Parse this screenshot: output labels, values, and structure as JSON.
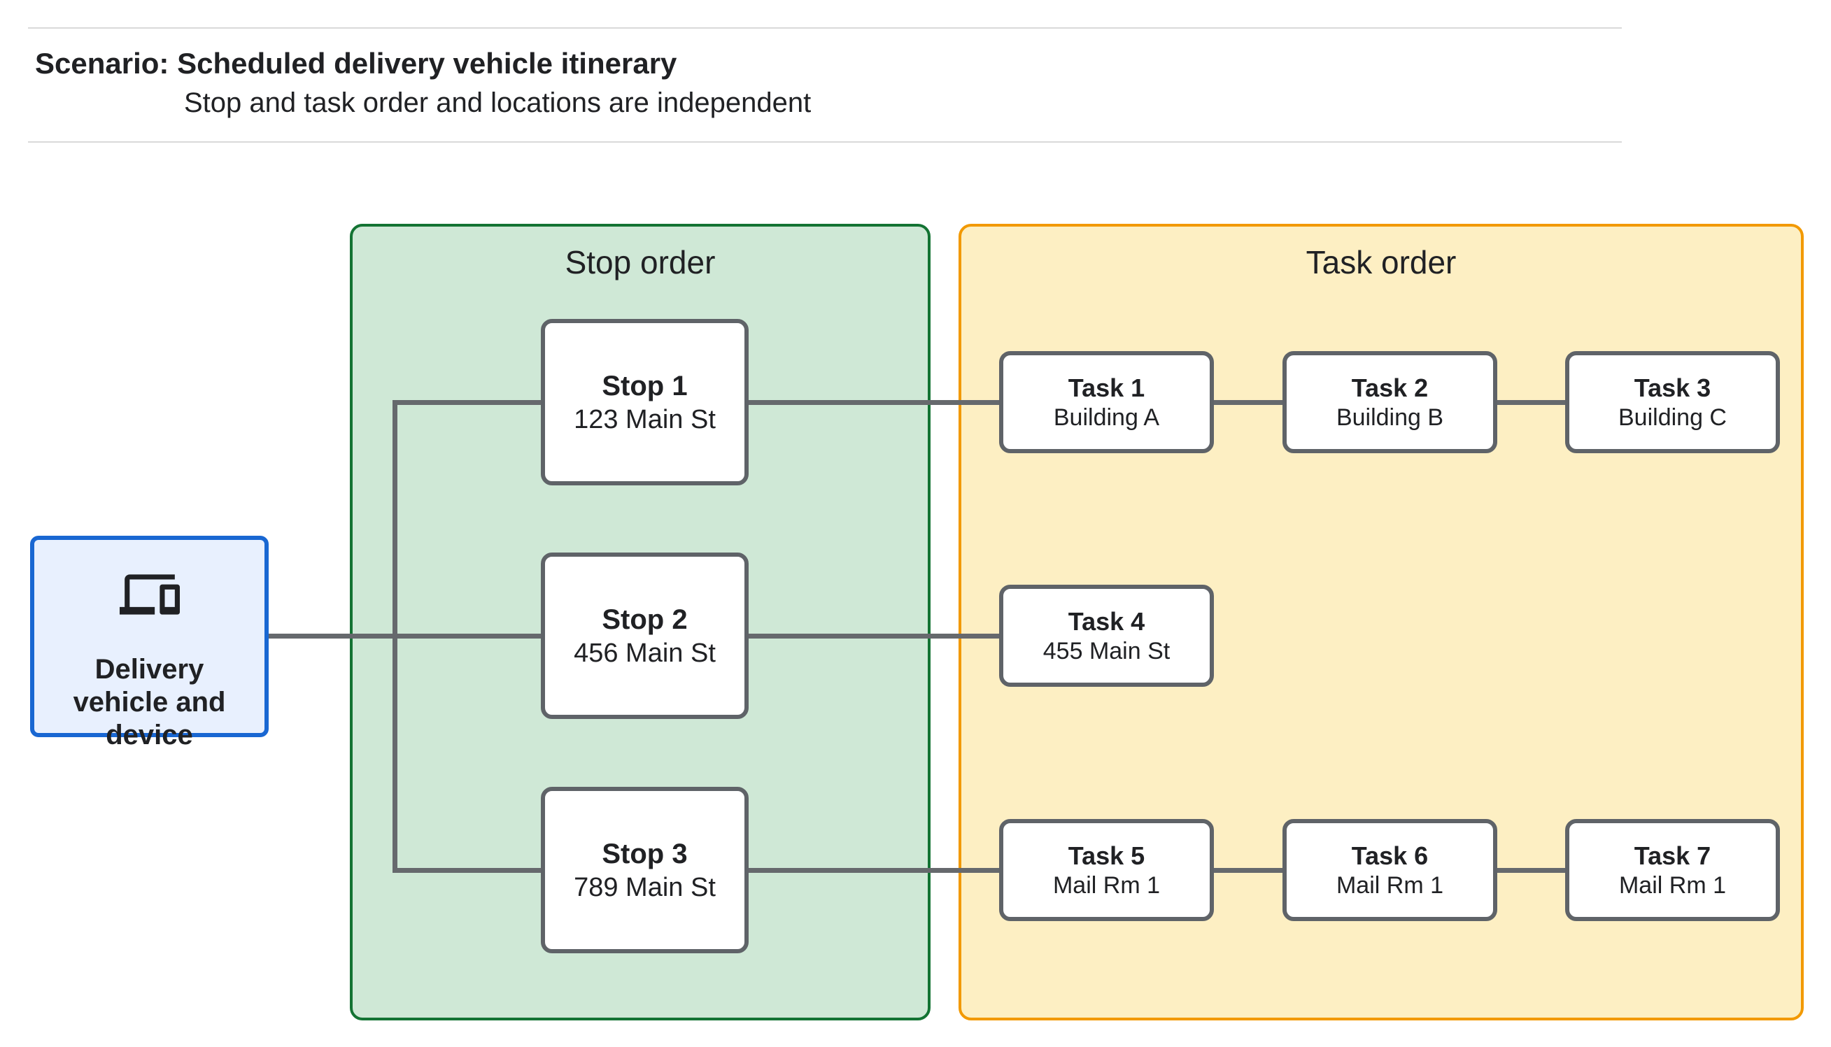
{
  "header": {
    "title": "Scenario: Scheduled delivery vehicle itinerary",
    "subtitle": "Stop and task order and locations are independent"
  },
  "vehicle": {
    "label": "Delivery vehicle and device",
    "icon": "devices-icon"
  },
  "stop_panel": {
    "title": "Stop order"
  },
  "task_panel": {
    "title": "Task order"
  },
  "stops": [
    {
      "title": "Stop 1",
      "address": "123 Main St"
    },
    {
      "title": "Stop 2",
      "address": "456 Main St"
    },
    {
      "title": "Stop 3",
      "address": "789 Main St"
    }
  ],
  "tasks": [
    {
      "title": "Task 1",
      "location": "Building A"
    },
    {
      "title": "Task 2",
      "location": "Building B"
    },
    {
      "title": "Task 3",
      "location": "Building C"
    },
    {
      "title": "Task 4",
      "location": "455 Main St"
    },
    {
      "title": "Task 5",
      "location": "Mail Rm 1"
    },
    {
      "title": "Task 6",
      "location": "Mail Rm 1"
    },
    {
      "title": "Task 7",
      "location": "Mail Rm 1"
    }
  ],
  "colors": {
    "text": "#202124",
    "hairline": "#d9d9d9",
    "green_fill": "#cfe8d6",
    "green_border": "#137333",
    "yellow_fill": "#fdefc3",
    "yellow_border": "#f29900",
    "blue_fill": "#e8f0fe",
    "blue_border": "#1967d2",
    "node_fill": "#ffffff",
    "node_border": "#5f6368",
    "connector": "#66696d",
    "icon": "#202124"
  }
}
